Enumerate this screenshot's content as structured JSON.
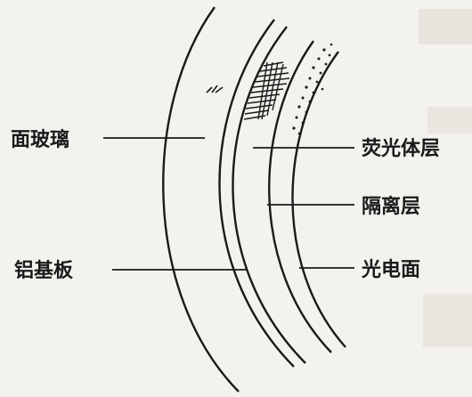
{
  "labels": {
    "face_glass": "面玻璃",
    "aluminum_substrate": "铝基板",
    "phosphor_layer": "荧光体层",
    "isolation_layer": "隔离层",
    "photocathode": "光电面"
  },
  "colors": {
    "ink": "#1a1a1a",
    "paper": "#f3f2ee",
    "smudge": "#d9d6cf"
  }
}
